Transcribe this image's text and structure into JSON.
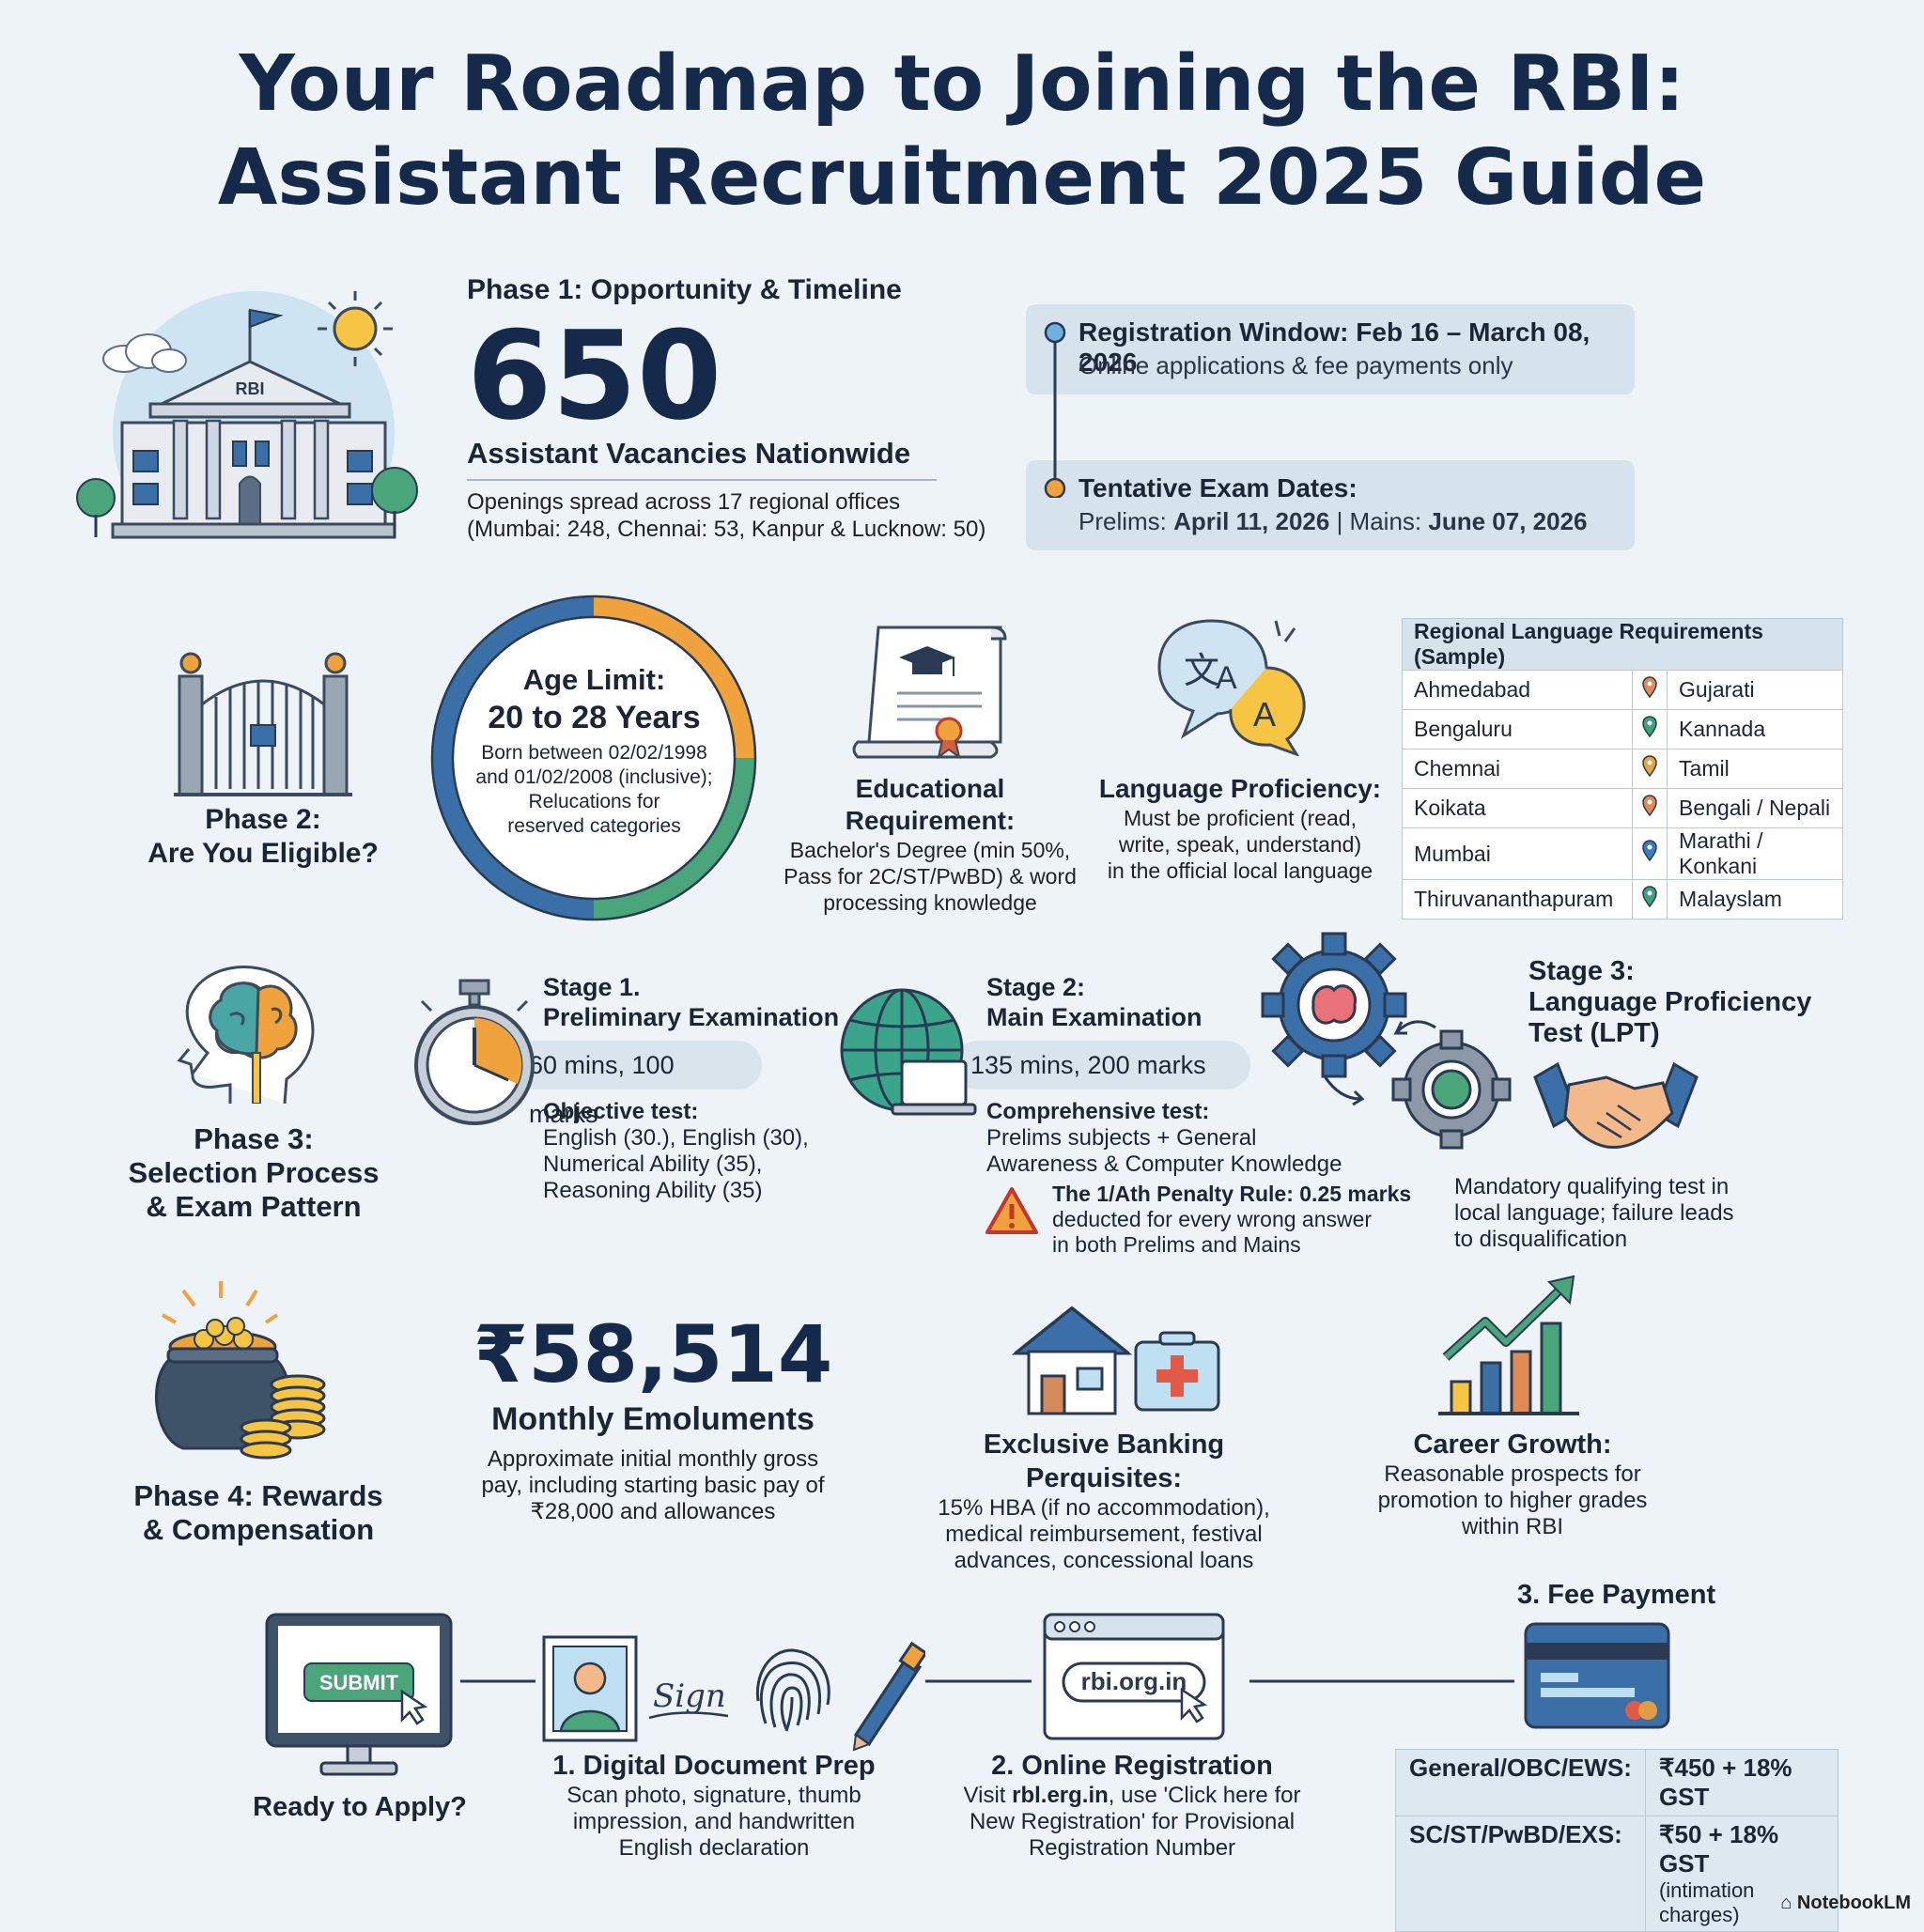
{
  "title": {
    "line1": "Your Roadmap to Joining the RBI:",
    "line2": "Assistant Recruitment 2025 Guide"
  },
  "phase1": {
    "heading": "Phase 1: Opportunity & Timeline",
    "count": "650",
    "count_label": "Assistant Vacancies Nationwide",
    "openings_line1": "Openings spread across 17 regional offices",
    "openings_line2": "(Mumbai: 248, Chennai: 53, Kanpur & Lucknow: 50)",
    "building_label": "RBI",
    "timeline": [
      {
        "title": "Registration Window: Feb 16 – March 08, 2026",
        "sub": "Online applications & fee payments only"
      },
      {
        "title": "Tentative Exam Dates:",
        "sub_prefix": "Prelims: ",
        "sub_b1": "April 11, 2026",
        "sub_mid": " | Mains: ",
        "sub_b2": "June 07, 2026"
      }
    ]
  },
  "phase2": {
    "label_line1": "Phase 2:",
    "label_line2": "Are You Eligible?",
    "age": {
      "title": "Age Limit:",
      "range": "20 to 28 Years",
      "line1": "Born between 02/02/1998",
      "line2": "and 01/02/2008 (inclusive);",
      "line3": "Relucations for",
      "line4": "reserved categories"
    },
    "education": {
      "title": "Educational Requirement:",
      "line1": "Bachelor's Degree (min 50%,",
      "line2": "Pass for 2C/ST/PwBD) & word",
      "line3": "processing knowledge"
    },
    "language": {
      "title": "Language Proficiency:",
      "line1": "Must be proficient (read,",
      "line2": "write, speak, understand)",
      "line3": "in the official local language"
    },
    "lang_table": {
      "header": "Regional Language Requirements (Sample)",
      "rows": [
        {
          "city": "Ahmedabad",
          "lang": "Gujarati",
          "color": "#e08a55"
        },
        {
          "city": "Bengaluru",
          "lang": "Kannada",
          "color": "#3aa577"
        },
        {
          "city": "Chemnai",
          "lang": "Tamil",
          "color": "#e6a43c"
        },
        {
          "city": "Koikata",
          "lang": "Bengali / Nepali",
          "color": "#e08a55"
        },
        {
          "city": "Mumbai",
          "lang": "Marathi / Konkani",
          "color": "#3b7dc0"
        },
        {
          "city": "Thiruvananthapuram",
          "lang": "Malayslam",
          "color": "#3aa577"
        }
      ]
    }
  },
  "phase3": {
    "label_line1": "Phase 3:",
    "label_line2": "Selection Process",
    "label_line3": "& Exam Pattern",
    "stage1": {
      "title1": "Stage 1.",
      "title2": "Preliminary Examination",
      "pill": "60 mins, 100 marks",
      "desc1": "Objective test:",
      "desc2": "English (30.), English (30),",
      "desc3": "Numerical Ability (35),",
      "desc4": "Reasoning Ability (35)"
    },
    "stage2": {
      "title1": "Stage 2:",
      "title2": "Main Examination",
      "pill": "135 mins, 200 marks",
      "desc1": "Comprehensive test:",
      "desc2": "Prelims subjects + General",
      "desc3": "Awareness & Computer Knowledge",
      "penalty1": "The 1/Ath Penalty Rule: 0.25 marks",
      "penalty2": "deducted for every wrong answer",
      "penalty3": "in both Prelims and Mains"
    },
    "stage3": {
      "title1": "Stage 3:",
      "title2": "Language Proficiency",
      "title3": "Test (LPT)",
      "desc1": "Mandatory qualifying test in",
      "desc2": "local language; failure leads",
      "desc3": "to disqualification"
    }
  },
  "phase4": {
    "label_line1": "Phase 4: Rewards",
    "label_line2": "& Compensation",
    "salary": "₹58,514",
    "salary_label": "Monthly Emoluments",
    "salary_line1": "Approximate initial monthly gross",
    "salary_line2": "pay, including starting basic pay of",
    "salary_line3": "₹28,000 and allowances",
    "perks_title": "Exclusive Banking Perquisites:",
    "perks_line1": "15% HBA (if no accommodation),",
    "perks_line2": "medical reimbursement, festival",
    "perks_line3": "advances, concessional loans",
    "growth_title": "Career Growth:",
    "growth_line1": "Reasonable prospects for",
    "growth_line2": "promotion to higher grades",
    "growth_line3": "within RBI"
  },
  "apply": {
    "ready": "Ready to Apply?",
    "submit_label": "SUBMIT",
    "sign_text": "Sign",
    "step1_title": "1. Digital Document Prep",
    "step1_line1": "Scan photo, signature, thumb",
    "step1_line2": "impression, and handwritten",
    "step1_line3": "English declaration",
    "step2_title": "2. Online Registration",
    "step2_url": "rbi.org.in",
    "step2_line1_prefix": "Visit ",
    "step2_line1_bold": "rbl.erg.in",
    "step2_line1_suffix": ", use 'Click here for",
    "step2_line2": "New Registration' for Provisional",
    "step2_line3": "Registration Number",
    "step3_title": "3. Fee Payment",
    "fees": [
      {
        "category": "General/OBC/EWS:",
        "fee": "₹450 + 18% GST",
        "note": ""
      },
      {
        "category": "SC/ST/PwBD/EXS:",
        "fee": "₹50 + 18% GST",
        "note": "(intimation charges)"
      }
    ]
  },
  "brand": "NotebookLM",
  "colors": {
    "navy": "#15294a",
    "blue": "#3b6fa8",
    "orange": "#f0a23c",
    "green": "#4aa57a",
    "background": "#edf3f7"
  }
}
